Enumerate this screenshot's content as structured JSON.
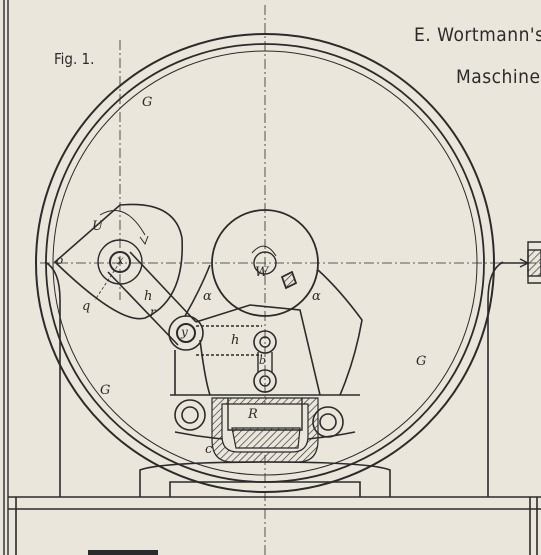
{
  "header": {
    "fig_label": "Fig. 1.",
    "title_line1": "E. Wortmann's",
    "title_line2": "Maschine."
  },
  "labels": {
    "G_top": "G",
    "G_right": "G",
    "G_left": "G",
    "U": "U",
    "x": "x",
    "o": "o",
    "q": "q",
    "h_left": "h",
    "r": "r",
    "y": "y",
    "a_left": "α",
    "a_right": "α",
    "W": "W",
    "h_mid": "h",
    "b": "b",
    "R": "R",
    "c": "c"
  }
}
